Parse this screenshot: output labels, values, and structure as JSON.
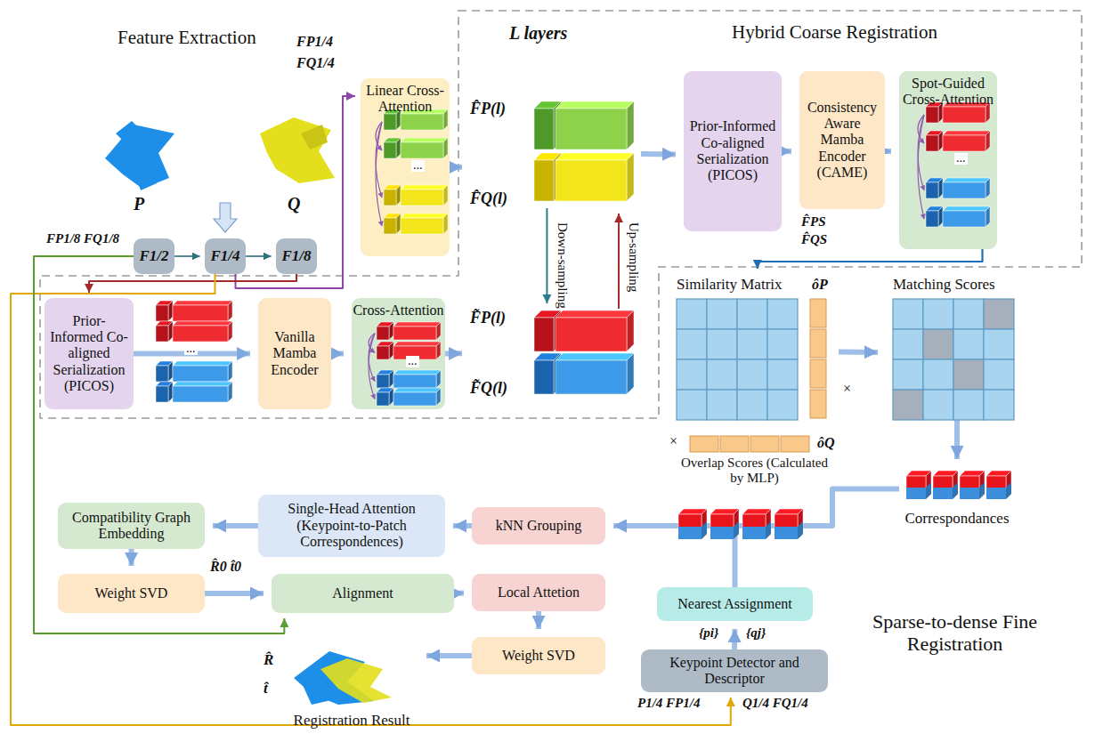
{
  "diagram": {
    "nodes": [
      {
        "text": [
          "F1/2"
        ]
      },
      {
        "text": [
          "F1/4"
        ]
      },
      {
        "text": [
          "F1/8"
        ]
      },
      {
        "text": [
          "Linear Cross-Attention"
        ]
      },
      {
        "text": [
          "F̂P(l)",
          "F̂Q(l)"
        ]
      },
      {
        "text": [
          "Prior-Informed Co-aligned Serialization (PICOS)"
        ]
      },
      {
        "text": [
          "Consistency Aware Mamba Encoder (CAME)"
        ]
      },
      {
        "text": [
          "Spot-Guided Cross-Attention"
        ]
      },
      {
        "text": [
          "Prior-Informed Co-aligned Serialization (PICOS)"
        ]
      },
      {
        "text": [
          "Vanilla Mamba Encoder"
        ]
      },
      {
        "text": [
          "Cross-Attention"
        ]
      },
      {
        "text": [
          "F̃P(l)",
          "F̃Q(l)"
        ]
      },
      {
        "text": [
          "Similarity Matrix"
        ]
      },
      {
        "text": [
          "Matching Scores"
        ]
      },
      {
        "text": [
          "Correspondances"
        ]
      },
      {
        "text": [
          "Nearest Assignment"
        ]
      },
      {
        "text": [
          "Keypoint Detector and Descriptor"
        ]
      },
      {
        "text": [
          "kNN Grouping"
        ]
      },
      {
        "text": [
          "Single-Head Attention (Keypoint-to-Patch Correspondences)"
        ]
      },
      {
        "text": [
          "Compatibility Graph Embedding"
        ]
      },
      {
        "text": [
          "Weight SVD"
        ]
      },
      {
        "text": [
          "Alignment"
        ]
      },
      {
        "text": [
          "Local Attetion"
        ]
      },
      {
        "text": [
          "Weight SVD"
        ]
      },
      {
        "text": [
          "Registration Result"
        ]
      }
    ],
    "edges": [
      {
        "from": 0,
        "to": 1,
        "arrow": "to"
      },
      {
        "from": 1,
        "to": 2,
        "arrow": "to"
      },
      {
        "from": 1,
        "to": 3,
        "arrow": "to"
      },
      {
        "from": 2,
        "to": 8,
        "arrow": "to"
      },
      {
        "from": 1,
        "to": 16,
        "arrow": "to"
      },
      {
        "from": 0,
        "to": 21,
        "arrow": "to"
      },
      {
        "from": 3,
        "to": 4,
        "arrow": "to"
      },
      {
        "from": 4,
        "to": 5,
        "arrow": "to"
      },
      {
        "from": 5,
        "to": 6,
        "arrow": "to"
      },
      {
        "from": 6,
        "to": 7,
        "arrow": "to"
      },
      {
        "from": 7,
        "to": 12,
        "arrow": "to"
      },
      {
        "from": 4,
        "to": 11,
        "label": "Down-sampling",
        "arrow": "to"
      },
      {
        "from": 11,
        "to": 4,
        "label": "Up-sampling",
        "arrow": "to"
      },
      {
        "from": 8,
        "to": 9,
        "arrow": "to"
      },
      {
        "from": 9,
        "to": 10,
        "arrow": "to"
      },
      {
        "from": 10,
        "to": 11,
        "arrow": "to"
      },
      {
        "from": 12,
        "to": 13,
        "arrow": "to"
      },
      {
        "from": 13,
        "to": 14,
        "arrow": "to"
      },
      {
        "from": 14,
        "to": 17,
        "arrow": "to"
      },
      {
        "from": 15,
        "to": 17,
        "arrow": "to"
      },
      {
        "from": 16,
        "to": 15,
        "arrow": "to"
      },
      {
        "from": 17,
        "to": 18,
        "arrow": "to"
      },
      {
        "from": 18,
        "to": 19,
        "arrow": "to"
      },
      {
        "from": 19,
        "to": 20,
        "arrow": "to"
      },
      {
        "from": 20,
        "to": 21,
        "label": "R̂0 t̂0",
        "arrow": "to"
      },
      {
        "from": 21,
        "to": 22,
        "arrow": "to"
      },
      {
        "from": 22,
        "to": 23,
        "arrow": "to"
      },
      {
        "from": 23,
        "to": 24,
        "arrow": "to"
      }
    ],
    "labels": [
      "Feature Extraction",
      "P",
      "Q",
      "FP1/4",
      "FQ1/4",
      "FP1/8 FQ1/8",
      "L layers",
      "Hybrid Coarse Registration",
      "F̂PS",
      "F̂QS",
      "×",
      "×",
      "ôP",
      "ôQ",
      "Overlap Scores (Calculated by MLP)",
      "{pi}",
      "{qj}",
      "P1/4 FP1/4",
      "Q1/4 FQ1/4",
      "R̂",
      "t̂",
      "Sparse-to-dense Fine Registration",
      "...",
      "...",
      "...",
      "..."
    ]
  }
}
